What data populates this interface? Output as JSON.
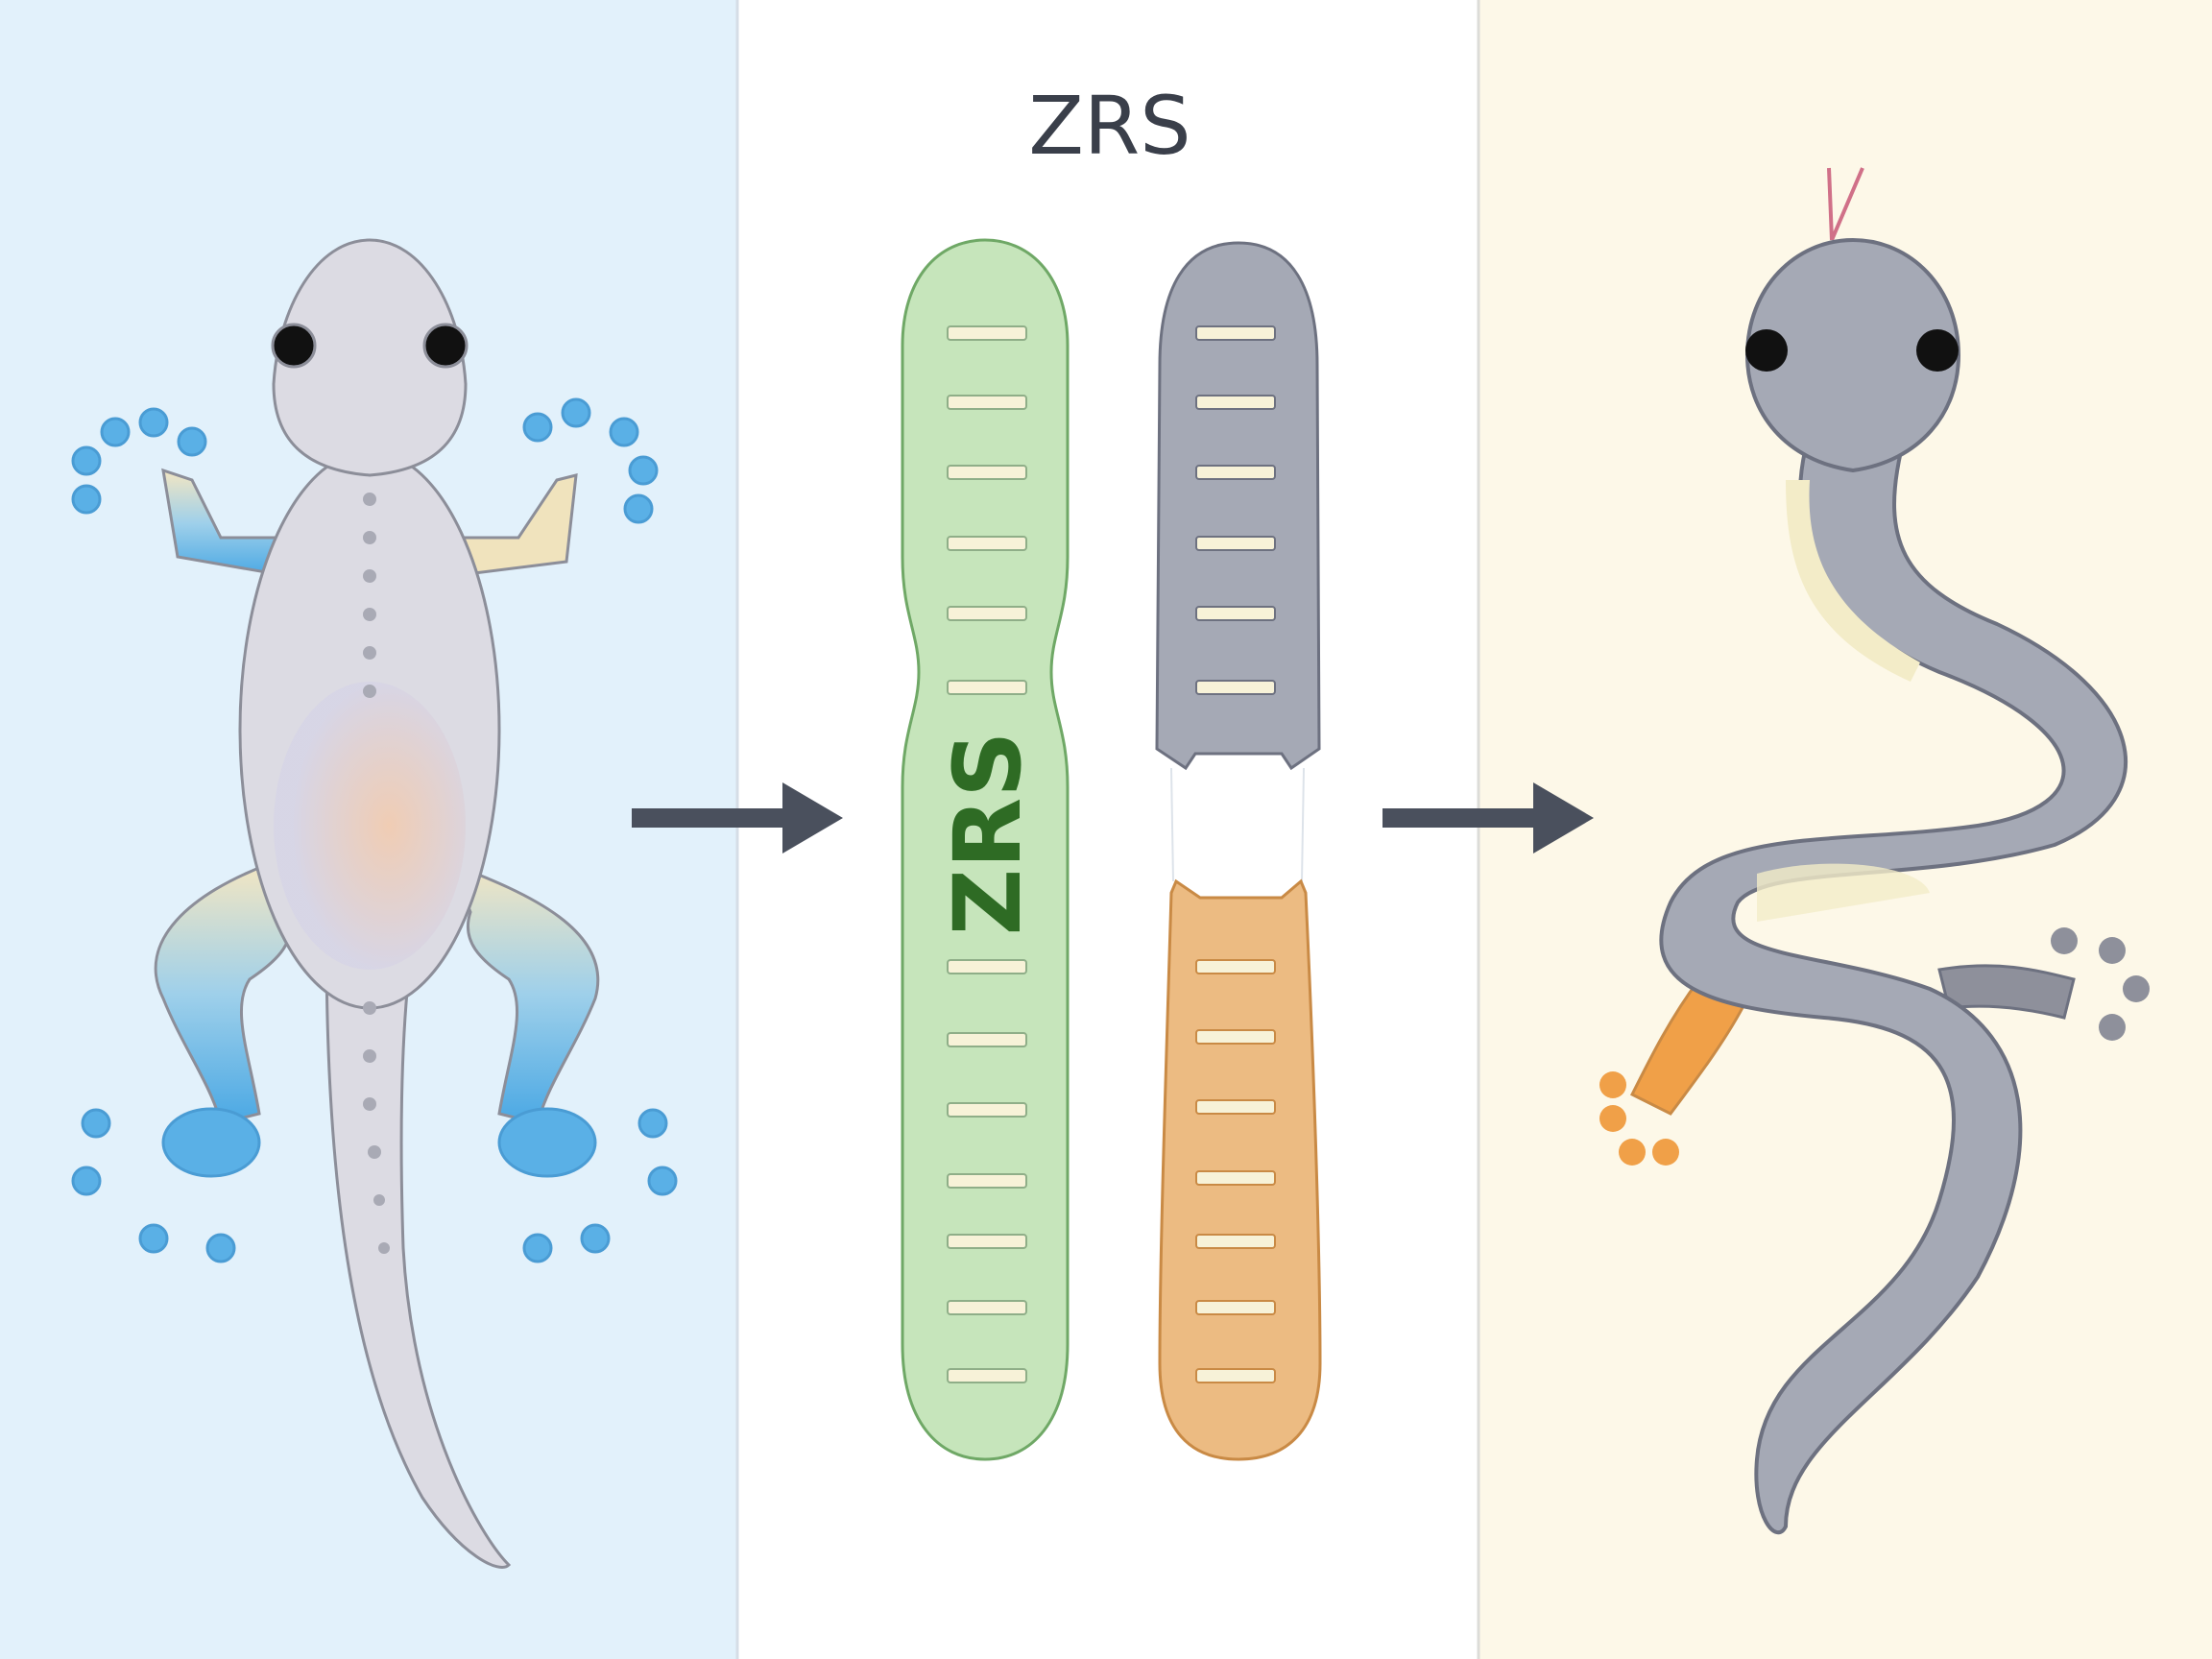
{
  "figure": {
    "title": "ZRS",
    "chromosome_label": "ZRS",
    "panels": [
      "limbed-lizard",
      "chromosomes",
      "limbless-snake"
    ],
    "colors": {
      "left_bg": "#e2f1fb",
      "middle_bg": "#ffffff",
      "right_bg": "#fdf8e8",
      "green_chromosome": "#c6e5bb",
      "gray_chromosome": "#a5a9b5",
      "orange_chromosome": "#ecbb82",
      "band": "#f7f2d8",
      "arrow": "#4a505d",
      "limb_blue": "#5ab0e6",
      "limb_orange": "#f0a048"
    }
  }
}
